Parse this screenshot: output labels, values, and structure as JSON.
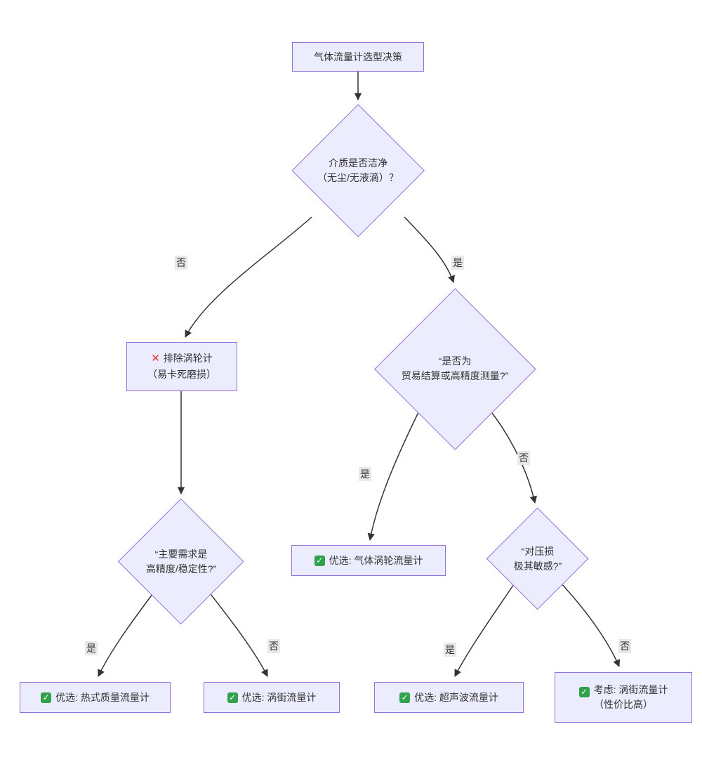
{
  "colors": {
    "node_fill": "#ECECFF",
    "node_border": "#9370DB",
    "edge": "#333333",
    "edge_label_bg": "#e8e8e8",
    "check_green": "#31a24c",
    "cross_red": "#e3342f"
  },
  "icons": {
    "check": "✓",
    "cross": "✕"
  },
  "nodes": {
    "root": {
      "label": "气体流量计选型决策"
    },
    "clean": {
      "line1": "介质是否洁净",
      "line2": "（无尘/无液滴）？"
    },
    "exclude": {
      "line1": "排除涡轮计",
      "line2": "（易卡死磨损）"
    },
    "trade": {
      "line1": "“是否为",
      "line2": "贸易结算或高精度测量?”"
    },
    "need": {
      "line1": "“主要需求是",
      "line2": "高精度/稳定性?”"
    },
    "pressure": {
      "line1": "“对压损",
      "line2": "极其敏感?”"
    },
    "gas_turbine": {
      "label": "优选: 气体涡轮流量计"
    },
    "thermal": {
      "label": "优选: 热式质量流量计"
    },
    "vortex": {
      "label": "优选: 涡街流量计"
    },
    "ultrasonic": {
      "label": "优选: 超声波流量计"
    },
    "vortex_consider": {
      "line1": "考虑: 涡街流量计",
      "line2": "（性价比高）"
    }
  },
  "edge_labels": {
    "e_no1": "否",
    "e_yes1": "是",
    "e_yes2": "是",
    "e_no2": "否",
    "e_yes3": "是",
    "e_no3": "否",
    "e_yes4": "是",
    "e_no4": "否"
  }
}
